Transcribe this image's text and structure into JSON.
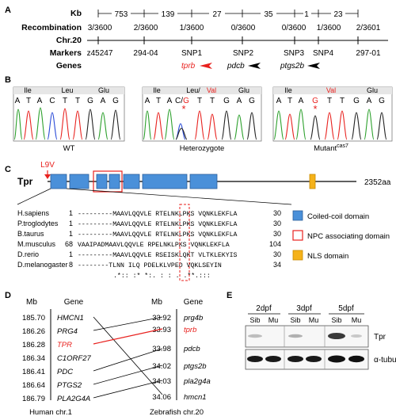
{
  "panels": {
    "A": {
      "label": "A",
      "kb_label": "Kb",
      "rows": {
        "recombination": "Recombination",
        "chr": "Chr.20",
        "markers": "Markers",
        "genes": "Genes"
      },
      "distances": [
        "753",
        "139",
        "27",
        "35",
        "1",
        "23"
      ],
      "recombination_values": [
        "3/3600",
        "2/3600",
        "1/3600",
        "0/3600",
        "0/3600",
        "1/3600",
        "2/3601"
      ],
      "markers": [
        "z45247",
        "294-04",
        "SNP1",
        "SNP2",
        "SNP3",
        "SNP4",
        "297-01"
      ],
      "genes": [
        {
          "name": "tprb",
          "color": "#e8211e"
        },
        {
          "name": "pdcb",
          "color": "#000000"
        },
        {
          "name": "ptgs2b",
          "color": "#000000"
        }
      ]
    },
    "B": {
      "label": "B",
      "traces": [
        {
          "caption": "WT",
          "codons": [
            "Ile",
            "Leu",
            "Glu"
          ],
          "bases": [
            "A",
            "T",
            "A",
            "C",
            "T",
            "T",
            "G",
            "A",
            "G"
          ]
        },
        {
          "caption": "Heterozygote",
          "codons": [
            "Ile",
            "Leu/",
            "Val",
            "Glu"
          ],
          "bases": [
            "A",
            "T",
            "A",
            "C/",
            "G",
            "T",
            "T",
            "G",
            "A",
            "G"
          ],
          "star": "*"
        },
        {
          "caption": "Mutant",
          "caption_sup": "cas7",
          "codons": [
            "Ile",
            "Val",
            "Glu"
          ],
          "bases": [
            "A",
            "T",
            "A",
            "G",
            "T",
            "T",
            "G",
            "A",
            "G"
          ],
          "star": "*"
        }
      ]
    },
    "C": {
      "label": "C",
      "protein": "Tpr",
      "mutation": "L9V",
      "length": "2352aa",
      "alignment": [
        {
          "species": "H.sapiens",
          "start": "1",
          "seq": "---------MAAVLQQVLE RTELNKLPKS VQNKLEKFLA",
          "end": "30"
        },
        {
          "species": "P.troglodytes",
          "start": "1",
          "seq": "---------MAAVLQQVLE RTELNKLPKS VQNKLEKFLA",
          "end": "30"
        },
        {
          "species": "B.taurus",
          "start": "1",
          "seq": "---------MAAVLQQVLE RTELNKLPKS VQNKLEKFLA",
          "end": "30"
        },
        {
          "species": "M.musculus",
          "start": "68",
          "seq": "VAAIPADMAAVLQQVLE RPELNKLPKS VQNKLEKFLA",
          "end": "104"
        },
        {
          "species": "D.rerio",
          "start": "1",
          "seq": "---------MAAVLQQVLE RSEISKLQKT VLTKLEKYIS",
          "end": "30"
        },
        {
          "species": "D.melanogaster",
          "start": "8",
          "seq": "--------TLNN ILQ PDELKLVPED VQKLSEYIN",
          "end": "34"
        }
      ],
      "consensus": ".*:: :*  *:. : :  . .**.:::",
      "legend": [
        {
          "label": "Coiled-coil domain",
          "color": "#4a90d9",
          "border": "#3a6fa8"
        },
        {
          "label": "NPC associating domain",
          "color": "#ffffff",
          "border": "#e8211e"
        },
        {
          "label": "NLS domain",
          "color": "#f5b21a",
          "border": "#c98a00"
        }
      ]
    },
    "D": {
      "label": "D",
      "mb": "Mb",
      "gene": "Gene",
      "human": {
        "caption": "Human chr.1",
        "entries": [
          {
            "mb": "185.70",
            "gene": "HMCN1",
            "color": "#000000"
          },
          {
            "mb": "186.26",
            "gene": "PRG4",
            "color": "#000000"
          },
          {
            "mb": "186.28",
            "gene": "TPR",
            "color": "#e8211e"
          },
          {
            "mb": "186.34",
            "gene": "C1ORF27",
            "color": "#000000"
          },
          {
            "mb": "186.41",
            "gene": "PDC",
            "color": "#000000"
          },
          {
            "mb": "186.64",
            "gene": "PTGS2",
            "color": "#000000"
          },
          {
            "mb": "186.79",
            "gene": "PLA2G4A",
            "color": "#000000"
          }
        ]
      },
      "zebrafish": {
        "caption": "Zebrafish chr.20",
        "entries": [
          {
            "mb": "33.92",
            "gene": "prg4b",
            "color": "#000000"
          },
          {
            "mb": "33.93",
            "gene": "tprb",
            "color": "#e8211e"
          },
          {
            "mb": "33.98",
            "gene": "pdcb",
            "color": "#000000"
          },
          {
            "mb": "34.02",
            "gene": "ptgs2b",
            "color": "#000000"
          },
          {
            "mb": "34.03",
            "gene": "pla2g4a",
            "color": "#000000"
          },
          {
            "mb": "34.06",
            "gene": "hmcn1",
            "color": "#000000"
          }
        ]
      }
    },
    "E": {
      "label": "E",
      "timepoints": [
        "2dpf",
        "3dpf",
        "5dpf"
      ],
      "lanes": [
        "Sib",
        "Mu"
      ],
      "bands": [
        "Tpr",
        "α-tubulin"
      ]
    }
  }
}
